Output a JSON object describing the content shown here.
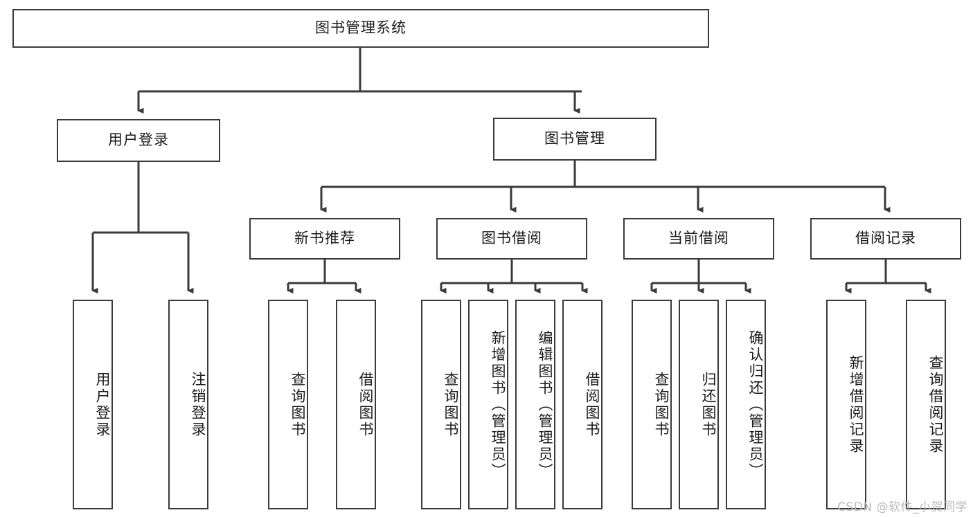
{
  "diagram": {
    "title": "图书管理系统",
    "watermark": "CSDN @软件_小贺同学",
    "line_color": "#3a3a3a",
    "box_fill": "#ffffff",
    "text_color": "#1a1a1a",
    "watermark_color": "#b9b9b9"
  },
  "nodes": {
    "root": "图书管理系统",
    "level2": [
      {
        "label": "用户登录"
      },
      {
        "label": "图书管理"
      }
    ],
    "level3": [
      {
        "label": "新书推荐"
      },
      {
        "label": "图书借阅"
      },
      {
        "label": "当前借阅"
      },
      {
        "label": "借阅记录"
      }
    ],
    "leaves": {
      "user_login": [
        {
          "label": "用户登录"
        },
        {
          "label": "注销登录"
        }
      ],
      "new_book_recommend": [
        {
          "label": "查询图书"
        },
        {
          "label": "借阅图书"
        }
      ],
      "book_borrow": [
        {
          "label": "查询图书"
        },
        {
          "label": "新增图书（管理员）"
        },
        {
          "label": "编辑图书（管理员）"
        },
        {
          "label": "借阅图书"
        }
      ],
      "current_borrow": [
        {
          "label": "查询图书"
        },
        {
          "label": "归还图书"
        },
        {
          "label": "确认归还（管理员）"
        }
      ],
      "borrow_record": [
        {
          "label": "新增借阅记录"
        },
        {
          "label": "查询借阅记录"
        }
      ]
    }
  }
}
